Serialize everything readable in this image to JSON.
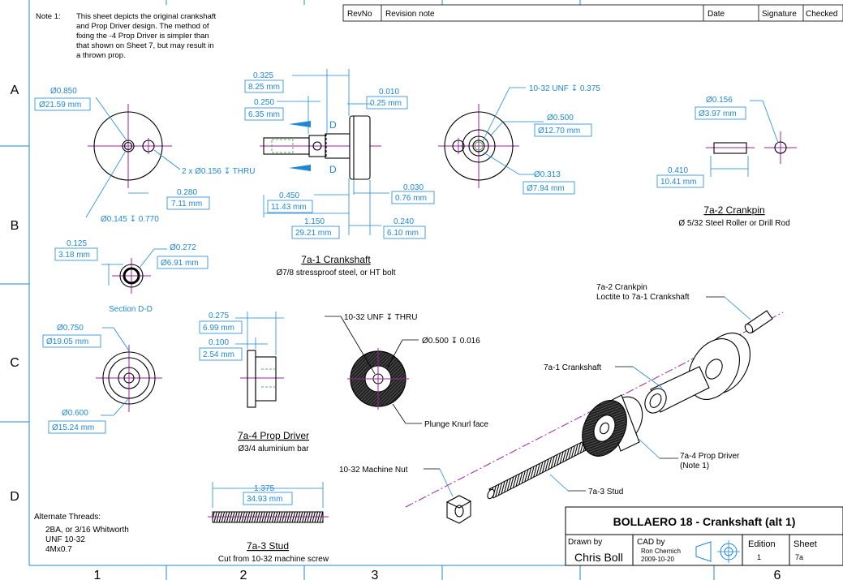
{
  "note": {
    "prefix": "Note 1:",
    "lines": [
      "This sheet depicts the original crankshaft",
      "and Prop Driver design. The method of",
      "fixing the -4 Prop Driver is simpler than",
      "that shown on Sheet 7, but may result in",
      "a thrown prop."
    ]
  },
  "revision_table": {
    "revno": "RevNo",
    "note": "Revision note",
    "date": "Date",
    "signature": "Signature",
    "checked": "Checked"
  },
  "row_labels": [
    "A",
    "B",
    "C",
    "D"
  ],
  "column_labels": [
    "1",
    "2",
    "3",
    "6"
  ],
  "parts": {
    "crankshaft": {
      "title": "7a-1 Crankshaft",
      "desc": "Ø7/8 stressproof steel, or HT bolt"
    },
    "crankpin": {
      "title": "7a-2 Crankpin",
      "desc": "Ø 5/32 Steel Roller or Drill Rod"
    },
    "stud": {
      "title": "7a-3 Stud",
      "desc": "Cut from 10-32 machine screw"
    },
    "prop_driver": {
      "title": "7a-4 Prop Driver",
      "desc": "Ø3/4 aluminium bar"
    }
  },
  "dims": {
    "d0850": "Ø0.850",
    "d0850mm": "Ø21.59 mm",
    "holes": "2 x Ø0.156 ↧ THRU",
    "d0280": "0.280",
    "d0280mm": "7.11 mm",
    "d0145": "Ø0.145 ↧ 0.770",
    "d0325": "0.325",
    "d0325mm": "8.25 mm",
    "d0250": "0.250",
    "d0250mm": "6.35 mm",
    "d0010": "0.010",
    "d0010mm": "0.25 mm",
    "d0450": "0.450",
    "d0450mm": "11.43 mm",
    "d1150": "1.150",
    "d1150mm": "29.21 mm",
    "d0030": "0.030",
    "d0030mm": "0.76 mm",
    "d0240": "0.240",
    "d0240mm": "6.10 mm",
    "sec_d": "D",
    "unf1": "10-32 UNF ↧ 0.375",
    "d0500": "Ø0.500",
    "d0500mm": "Ø12.70 mm",
    "d0313": "Ø0.313",
    "d0313mm": "Ø7.94 mm",
    "d0156": "Ø0.156",
    "d0156mm": "Ø3.97 mm",
    "d0410": "0.410",
    "d0410mm": "10.41 mm",
    "d0125": "0.125",
    "d0125mm": "3.18 mm",
    "d0272": "Ø0.272",
    "d0272mm": "Ø6.91 mm",
    "section": "Section D-D",
    "d0750": "Ø0.750",
    "d0750mm": "Ø19.05 mm",
    "d0600": "Ø0.600",
    "d0600mm": "Ø15.24 mm",
    "d0275": "0.275",
    "d0275mm": "6.99 mm",
    "d0100": "0.100",
    "d0100mm": "2.54 mm",
    "unf2": "10-32 UNF ↧ THRU",
    "d0500b": "Ø0.500 ↧ 0.016",
    "knurl": "Plunge Knurl face",
    "d1375": "1.375",
    "d1375mm": "34.93 mm"
  },
  "callouts": {
    "crankpin1": "7a-2 Crankpin",
    "crankpin2": "Loctite to 7a-1 Crankshaft",
    "crankshaft": "7a-1 Crankshaft",
    "propdriver1": "7a-4 Prop Driver",
    "propdriver2": "(Note 1)",
    "stud": "7a-3 Stud",
    "nut": "10-32 Machine Nut"
  },
  "alt_threads": {
    "title": "Alternate Threads:",
    "lines": [
      "2BA, or 3/16 Whitworth",
      "UNF 10-32",
      "4Mx0.7"
    ]
  },
  "title_block": {
    "title": "BOLLAERO 18 - Crankshaft (alt 1)",
    "drawn_by_label": "Drawn by",
    "drawn_by": "Chris Boll",
    "cad_by_label": "CAD by",
    "cad_by": "Ron Chernich",
    "cad_date": "2009-10-20",
    "edition_label": "Edition",
    "edition": "1",
    "sheet_label": "Sheet",
    "sheet": "7a"
  }
}
